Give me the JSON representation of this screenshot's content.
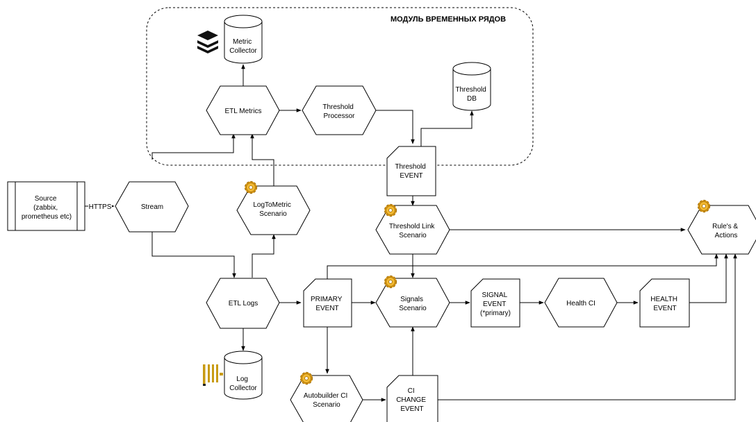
{
  "module": {
    "title": "МОДУЛЬ ВРЕМЕННЫХ РЯДОВ"
  },
  "nodes": {
    "source": [
      "Source",
      "(zabbix,",
      "prometheus etc)"
    ],
    "stream": [
      "Stream"
    ],
    "metric_collector": [
      "Metric",
      "Collector"
    ],
    "etl_metrics": [
      "ETL Metrics"
    ],
    "threshold_processor": [
      "Threshold",
      "Processor"
    ],
    "threshold_db": [
      "Threshold",
      "DB"
    ],
    "threshold_event": [
      "Threshold",
      "EVENT"
    ],
    "logtometric": [
      "LogToMetric",
      "Scenario"
    ],
    "threshold_link": [
      "Threshold Link",
      "Scenario"
    ],
    "rules_actions": [
      "Rule's &",
      "Actions"
    ],
    "etl_logs": [
      "ETL Logs"
    ],
    "primary_event": [
      "PRIMARY",
      "EVENT"
    ],
    "signals": [
      "Signals",
      "Scenario"
    ],
    "signal_event": [
      "SIGNAL",
      "EVENT",
      "(*primary)"
    ],
    "health_ci": [
      "Health CI"
    ],
    "health_event": [
      "HEALTH",
      "EVENT"
    ],
    "log_collector": [
      "Log",
      "Collector"
    ],
    "autobuilder": [
      "Autobuilder CI",
      "Scenario"
    ],
    "ci_change_event": [
      "CI",
      "CHANGE",
      "EVENT"
    ]
  },
  "edge_labels": {
    "https": "HTTPS"
  },
  "colors": {
    "stroke": "#000000",
    "gear_gold": "#E8A317",
    "gear_dark": "#9A6A0A",
    "log_icon": "#C89B14"
  }
}
